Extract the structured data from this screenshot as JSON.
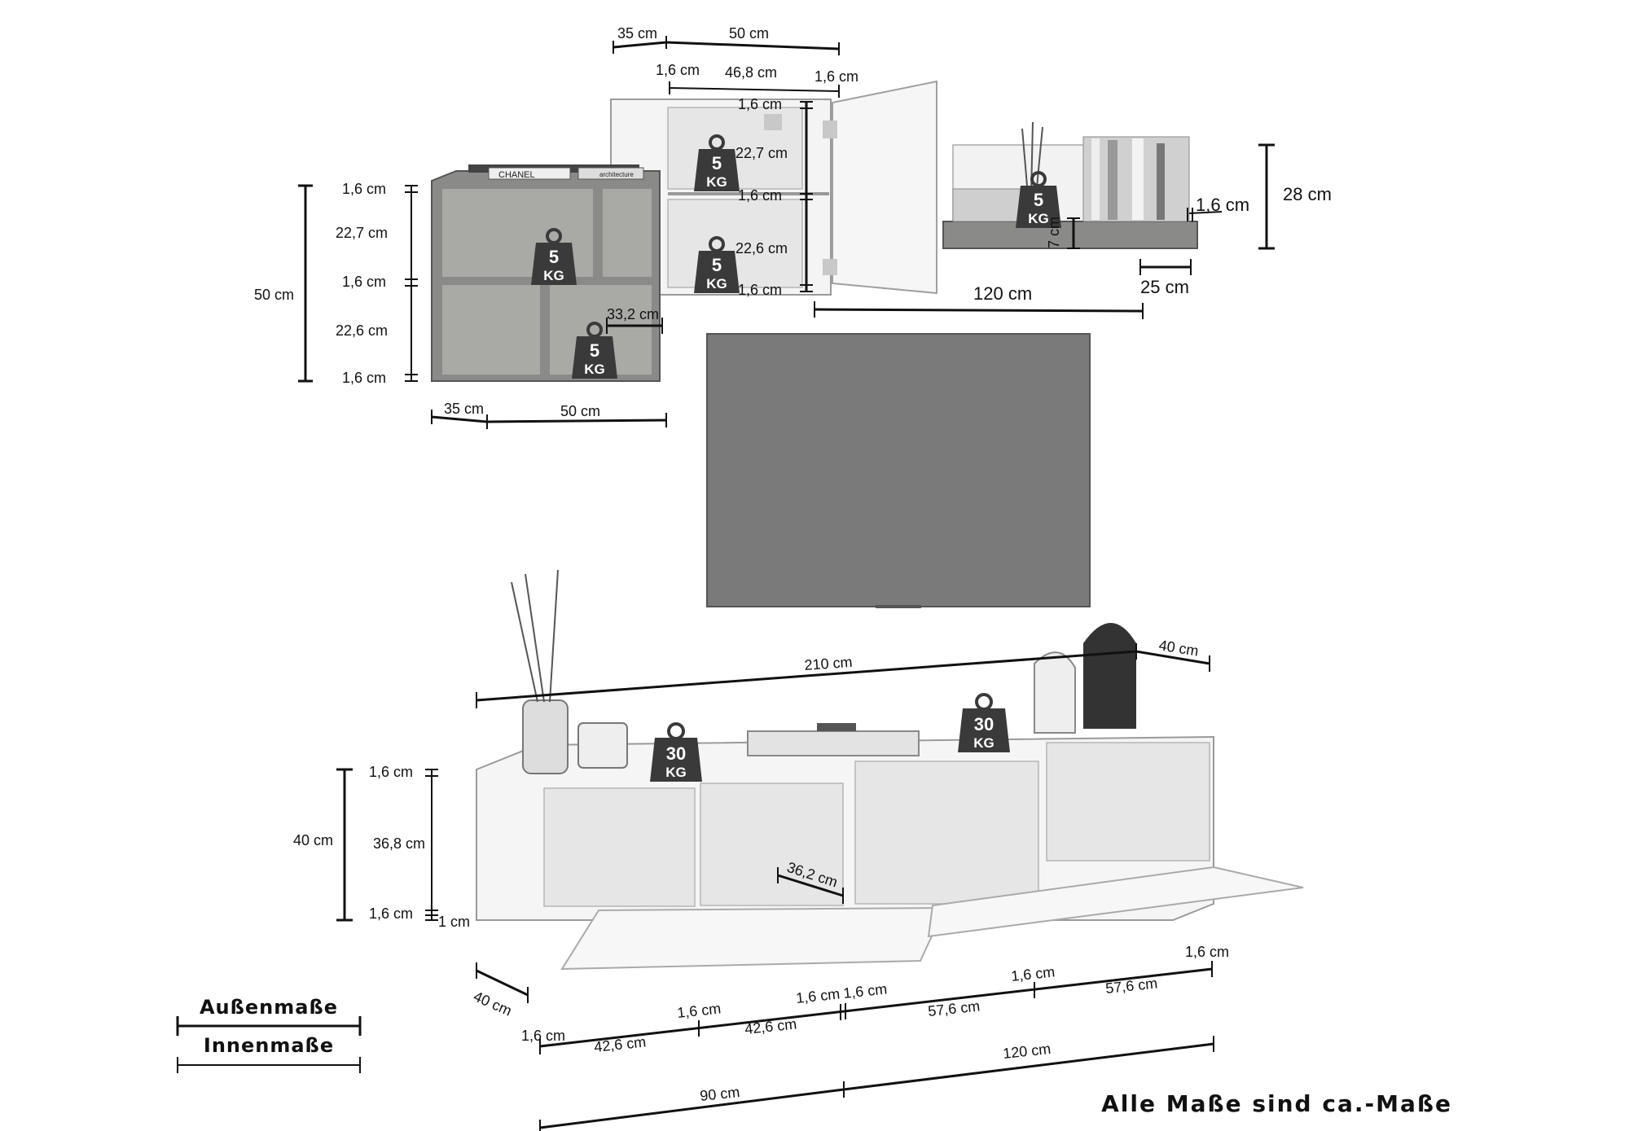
{
  "wall_cabinet": {
    "depth": "35 cm",
    "width": "50 cm",
    "panel_left": "1,6 cm",
    "inner_width": "46,8 cm",
    "panel_right": "1,6 cm",
    "top": "1,6 cm",
    "upper_h": "22,7 cm",
    "mid": "1,6 cm",
    "lower_h": "22,6 cm",
    "bottom": "1,6 cm"
  },
  "open_shelf": {
    "top": "1,6 cm",
    "upper_h": "22,7 cm",
    "mid": "1,6 cm",
    "lower_h": "22,6 cm",
    "bottom": "1,6 cm",
    "total_h": "50 cm",
    "inner_w": "33,2 cm",
    "depth": "35 cm",
    "width": "50 cm",
    "book_label_1": "CHANEL",
    "book_label_2": "architecture"
  },
  "wall_shelf": {
    "thickness": "1,6 cm",
    "height": "28 cm",
    "lip": "7 cm",
    "depth": "25 cm",
    "width": "120 cm"
  },
  "tv_board": {
    "width": "210 cm",
    "depth": "40 cm",
    "depth_bottom": "40 cm",
    "top": "1,6 cm",
    "inner_h": "36,8 cm",
    "bottom": "1,6 cm",
    "gap": "1 cm",
    "height": "40 cm",
    "inner_depth": "36,2 cm",
    "p1": "1,6 cm",
    "w1": "42,6 cm",
    "p2": "1,6 cm",
    "w2": "42,6 cm",
    "p3": "1,6 cm",
    "p4": "1,6 cm",
    "w3": "57,6 cm",
    "p5": "1,6 cm",
    "w4": "57,6 cm",
    "p6": "1,6 cm",
    "left_w": "90 cm",
    "right_w": "120 cm"
  },
  "weights": {
    "small_num": "5",
    "large_num": "30",
    "unit": "KG"
  },
  "legend": {
    "outer": "Außenmaße",
    "inner": "Innenmaße"
  },
  "footer": "Alle Maße sind ca.-Maße",
  "colors": {
    "line": "#111111",
    "wood": "#8a8a88",
    "panel": "#f4f4f4",
    "tv": "#7a7a7a",
    "weight_badge": "#3a3a3a"
  }
}
